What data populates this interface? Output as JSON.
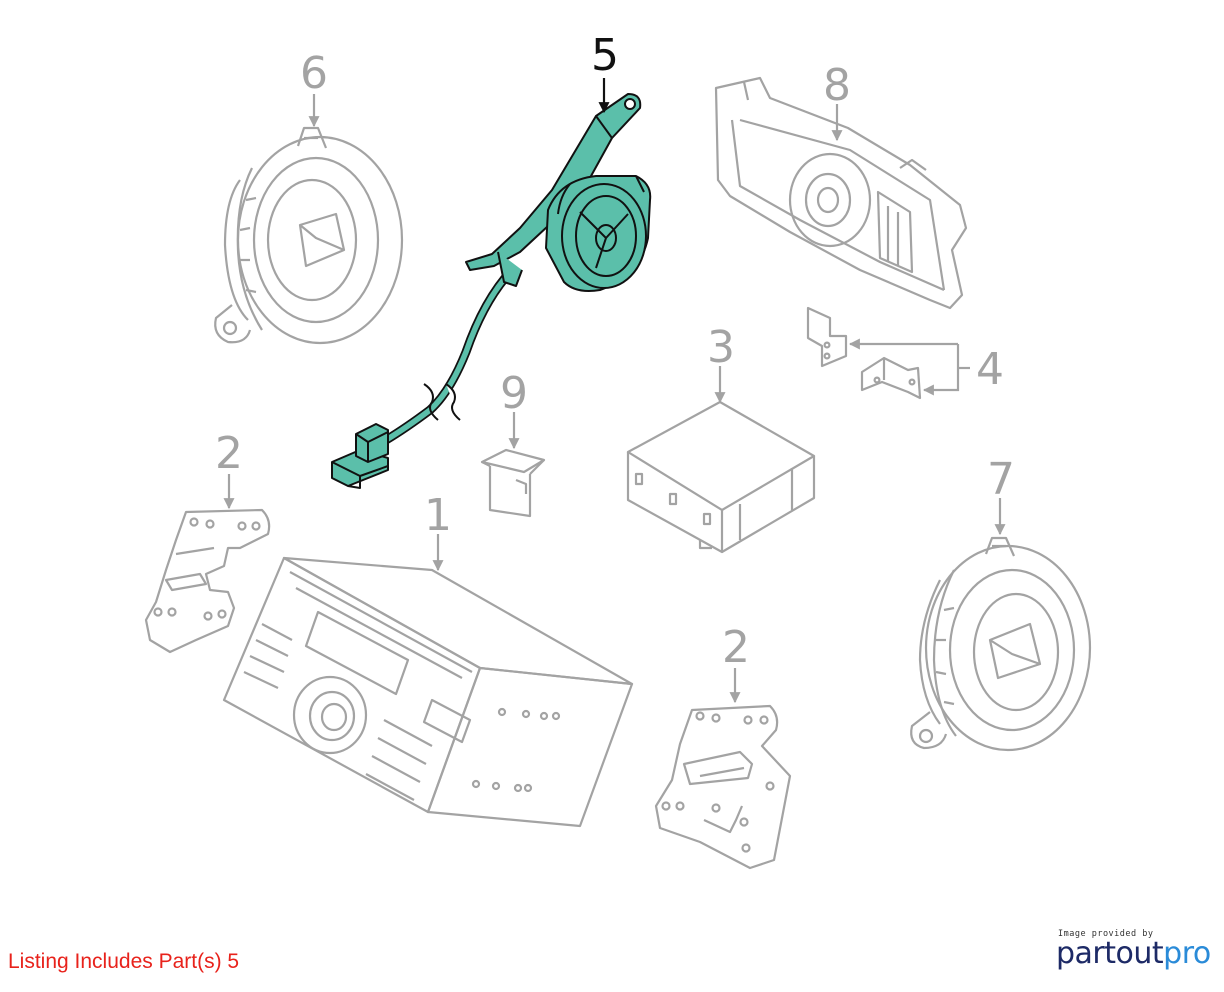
{
  "colors": {
    "outline_gray": "#a3a3a3",
    "highlight_fill": "#5bbfaa",
    "highlight_stroke": "#111111",
    "listing_red": "#e8221b",
    "brand_navy": "#1d2a66",
    "brand_blue": "#2a8bd8"
  },
  "callouts": {
    "part_1": "1",
    "part_2_left": "2",
    "part_2_bottom": "2",
    "part_3": "3",
    "part_4": "4",
    "part_5": "5",
    "part_6": "6",
    "part_7": "7",
    "part_8": "8",
    "part_9": "9"
  },
  "highlighted_part": "5",
  "listing_note": "Listing Includes Part(s) 5",
  "credit": {
    "caption": "Image provided by",
    "brand_part1": "partout",
    "brand_part2": "pro"
  }
}
